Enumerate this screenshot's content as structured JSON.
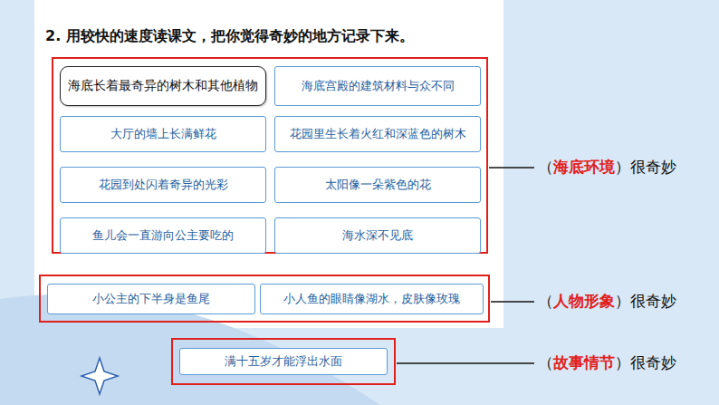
{
  "diagram": {
    "title": "2. 用较快的速度读课文，把你觉得奇妙的地方记录下来。",
    "nodes": [
      {
        "text": [
          "海底长着最奇异的树木和其他植物"
        ]
      },
      {
        "text": [
          "海底宫殿的建筑材料与众不同"
        ]
      },
      {
        "text": [
          "大厅的墙上长满鲜花"
        ]
      },
      {
        "text": [
          "花园里生长着火红和深蓝色的树木"
        ]
      },
      {
        "text": [
          "花园到处闪着奇异的光彩"
        ]
      },
      {
        "text": [
          "太阳像一朵紫色的花"
        ]
      },
      {
        "text": [
          "鱼儿会一直游向公主要吃的"
        ]
      },
      {
        "text": [
          "海水深不见底"
        ]
      },
      {
        "text": [
          "小公主的下半身是鱼尾"
        ]
      },
      {
        "text": [
          "小人鱼的眼睛像湖水，皮肤像玫瑰"
        ]
      },
      {
        "text": [
          "满十五岁才能浮出水面"
        ]
      }
    ],
    "labels": [
      "（",
      "海底环境",
      "）很奇妙",
      "（",
      "人物形象",
      "）很奇妙",
      "（",
      "故事情节",
      "）很奇妙"
    ]
  }
}
